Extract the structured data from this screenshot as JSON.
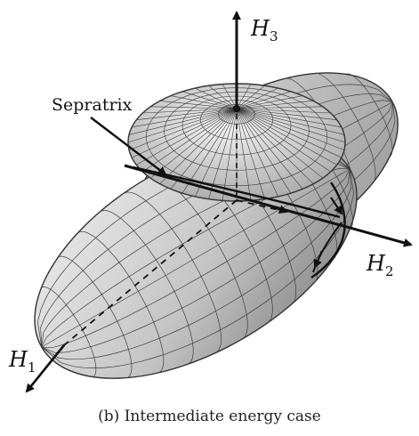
{
  "labels": {
    "h3": "H",
    "h3_sub": "3",
    "h2": "H",
    "h2_sub": "2",
    "h1": "H",
    "h1_sub": "1",
    "separatrix": "Sepratrix"
  },
  "caption": "(b) Intermediate energy case",
  "colors": {
    "surface_light": "#e6e6e6",
    "surface_mid": "#b9b9b9",
    "surface_dark": "#7e7e7e",
    "mesh": "#3a3a3a",
    "ink": "#111111"
  }
}
